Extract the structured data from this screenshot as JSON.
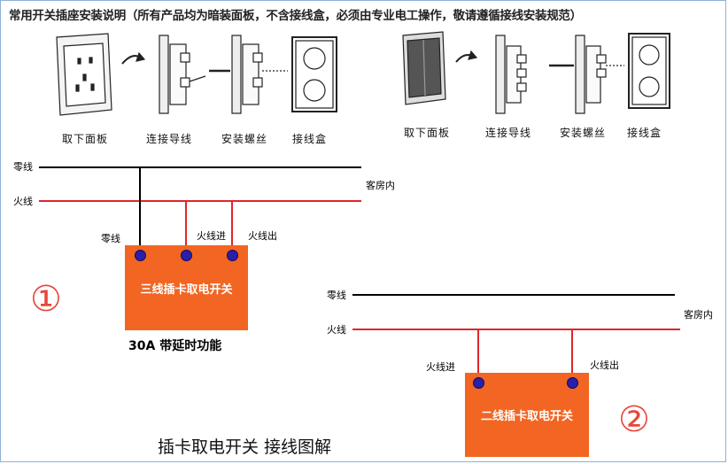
{
  "title": "常用开关插座安装说明（所有产品均为暗装面板，不含接线盒，必须由专业电工操作，敬请遵循接线安装规范）",
  "steps_left": [
    "取下面板",
    "连接导线",
    "安装螺丝",
    "接线盒"
  ],
  "steps_right": [
    "取下面板",
    "连接导线",
    "安装螺丝",
    "接线盒"
  ],
  "diagram1": {
    "neutral_label": "零线",
    "live_label": "火线",
    "room_label": "客房内",
    "term_neutral_label": "零线",
    "term_live_in_label": "火线进",
    "term_live_out_label": "火线出",
    "switch_label": "三线插卡取电开关",
    "number": "①",
    "note": "30A  带延时功能"
  },
  "diagram2": {
    "neutral_label": "零线",
    "live_label": "火线",
    "room_label": "客房内",
    "term_live_in_label": "火线进",
    "term_live_out_label": "火线出",
    "switch_label": "二线插卡取电开关",
    "number": "②"
  },
  "bottom_title": "插卡取电开关  接线图解",
  "colors": {
    "neutral_wire": "#000000",
    "live_wire": "#e0262b",
    "switch_box": "#f26522",
    "terminal": "#2a1fa8",
    "number": "#e8463a"
  }
}
